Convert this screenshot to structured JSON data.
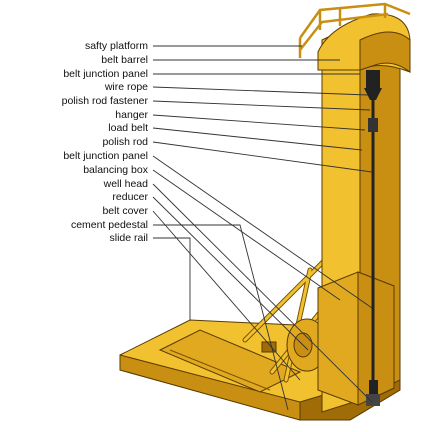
{
  "labels": [
    {
      "id": "safty-platform",
      "text": "safty platform"
    },
    {
      "id": "belt-barrel",
      "text": "belt barrel"
    },
    {
      "id": "belt-junction-panel-top",
      "text": "belt junction panel"
    },
    {
      "id": "wire-rope",
      "text": "wire rope"
    },
    {
      "id": "polish-rod-fastener",
      "text": "polish rod fastener"
    },
    {
      "id": "hanger",
      "text": "hanger"
    },
    {
      "id": "load-belt",
      "text": "load belt"
    },
    {
      "id": "polish-rod",
      "text": "polish rod"
    },
    {
      "id": "belt-junction-panel-bottom",
      "text": "belt junction panel"
    },
    {
      "id": "balancing-box",
      "text": "balancing box"
    },
    {
      "id": "well-head",
      "text": "well head"
    },
    {
      "id": "reducer",
      "text": "reducer"
    },
    {
      "id": "belt-cover",
      "text": "belt cover"
    },
    {
      "id": "cement-pedestal",
      "text": "cement pedestal"
    },
    {
      "id": "slide-rail",
      "text": "slide rail"
    }
  ],
  "colors": {
    "tower": "#f2c130",
    "tower_shadow": "#c98f12",
    "tower_dark": "#a06c08",
    "outline": "#5a3b00",
    "leader": "#333333",
    "head_dark": "#222222"
  }
}
